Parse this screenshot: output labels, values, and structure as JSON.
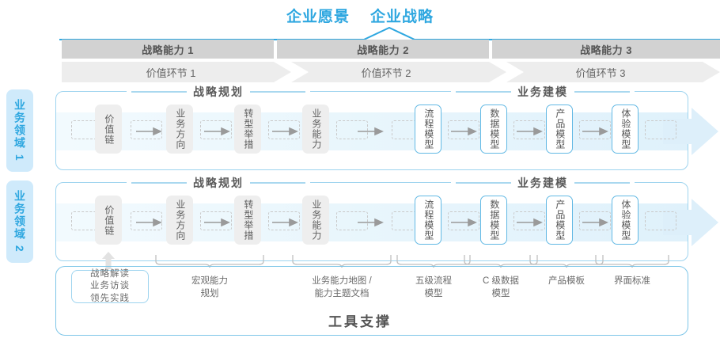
{
  "top": {
    "titles": [
      "企业愿景",
      "企业战略"
    ]
  },
  "capabilities": [
    {
      "label": "战略能力 1"
    },
    {
      "label": "战略能力 2"
    },
    {
      "label": "战略能力 3"
    }
  ],
  "value_chain": [
    {
      "label": "价值环节 1"
    },
    {
      "label": "价值环节 2"
    },
    {
      "label": "价值环节 3"
    }
  ],
  "side_tabs": [
    {
      "label": "业务领域 1"
    },
    {
      "label": "业务领域 2"
    }
  ],
  "sections": {
    "planning": "战略规划",
    "modeling": "业务建模"
  },
  "nodes": {
    "planning": [
      "价值链",
      "业务方向",
      "转型举措",
      "业务能力"
    ],
    "modeling": [
      "流程模型",
      "数据模型",
      "产品模型",
      "体验模型"
    ]
  },
  "annotations": {
    "box": "战略解读\n业务访谈\n领先实践",
    "items": [
      "宏观能力\n规划",
      "业务能力地图 /\n能力主题文档",
      "五级流程\n模型",
      "C 级数据\n模型",
      "产品模板",
      "界面标准"
    ]
  },
  "tool_support": {
    "title": "工具支撑"
  },
  "colors": {
    "accent_blue": "#2ea7e0",
    "band_gray": "#d2d2d2",
    "chevron_gray": "#ededed",
    "node_gray": "#eeeeee",
    "border_blue": "#9ed4ef",
    "tab_bg": "#cfeafb"
  }
}
